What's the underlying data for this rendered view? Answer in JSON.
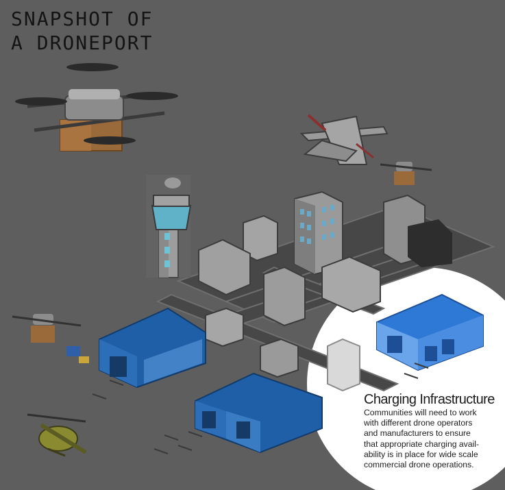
{
  "title": {
    "line1": "SNAPSHOT OF",
    "line2": "A DRONEPORT"
  },
  "callout": {
    "heading": "Charging Infrastructure",
    "body_lines": [
      "Communities will need to work",
      "with different drone operators",
      "and manufacturers to ensure",
      "that appropriate charging avail-",
      "ability is in place for wide scale",
      "commercial drone operations."
    ]
  },
  "colors": {
    "background": "#5e5e5e",
    "spotlight": "#ffffff",
    "hangar_blue": "#1f5fa8",
    "building_gray": "#8c8c8c",
    "text": "#1b1b1b"
  },
  "icons": [
    "quadcopter-drone-icon",
    "airplane-icon",
    "helicopter-icon",
    "control-tower-icon",
    "forklift-icon"
  ]
}
